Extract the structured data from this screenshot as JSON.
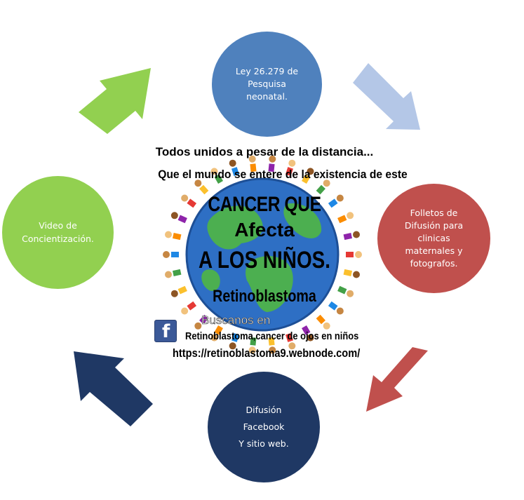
{
  "diagram": {
    "nodes": [
      {
        "id": "top",
        "label": "Ley 26.279 de\nPesquisa\nneonatal.",
        "color": "#4f81bd"
      },
      {
        "id": "right",
        "label": "Folletos de\nDifusión para\nclinicas\nmaternales y\nfotografos.",
        "color": "#c0504d"
      },
      {
        "id": "bottom",
        "label": "Difusión\nFacebook\nY sitio web.",
        "color": "#1f3864"
      },
      {
        "id": "left",
        "label": "Video de\nConcientización.",
        "color": "#92d050"
      }
    ],
    "arrows": [
      {
        "name": "arrow-to-top",
        "color": "#92d050"
      },
      {
        "name": "arrow-top-to-right",
        "color": "#b4c7e7"
      },
      {
        "name": "arrow-right-to-bottom",
        "color": "#c0504d"
      },
      {
        "name": "arrow-bottom-to-left",
        "color": "#1f3864"
      }
    ]
  },
  "poster": {
    "line1": "Todos unidos a pesar de la distancia...",
    "line2": "Que el mundo se entere de la existencia de este",
    "cancer": "CANCER QUE",
    "afecta": "Afecta",
    "ninos": "A LOS NIÑOS.",
    "retinoblastoma": "Retinoblastoma",
    "buscanos": "Buscanos en",
    "facebook_name": "Retinoblastoma,cancer de ojos en niños",
    "url": "https://retinoblastoma9.webnode.com/",
    "colors": {
      "ocean": "#2e6fc4",
      "land": "#4caf50"
    }
  }
}
